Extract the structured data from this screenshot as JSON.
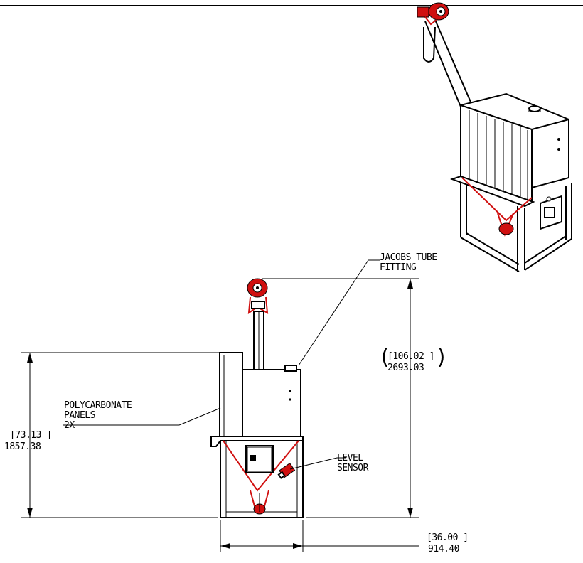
{
  "labels": {
    "jacobs_line1": "JACOBS TUBE",
    "jacobs_line2": "FITTING",
    "poly_line1": "POLYCARBONATE",
    "poly_line2": "PANELS",
    "poly_line3": "2X",
    "level_line1": "LEVEL",
    "level_line2": "SENSOR"
  },
  "dimensions": {
    "overall_height_in": "[106.02 ]",
    "overall_height_mm": "2693.03",
    "frame_height_in": "[73.13 ]",
    "frame_height_mm": "1857.38",
    "width_in": "[36.00 ]",
    "width_mm": "914.40"
  },
  "colors": {
    "line": "#000000",
    "accent": "#d01010",
    "background": "#ffffff"
  }
}
